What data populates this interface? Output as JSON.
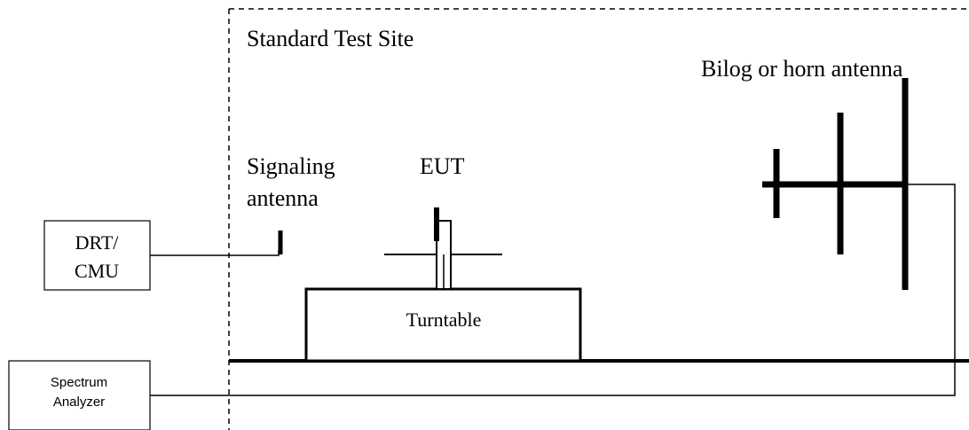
{
  "site_label": "Standard Test Site",
  "receive_antenna_label": "Bilog or horn antenna",
  "signaling_antenna_label": [
    "Signaling",
    "antenna"
  ],
  "eut_label": "EUT",
  "drt_box_label": [
    "DRT/",
    "CMU"
  ],
  "turntable_label": "Turntable",
  "spectrum_analyzer_label": [
    "Spectrum",
    "Analyzer"
  ]
}
